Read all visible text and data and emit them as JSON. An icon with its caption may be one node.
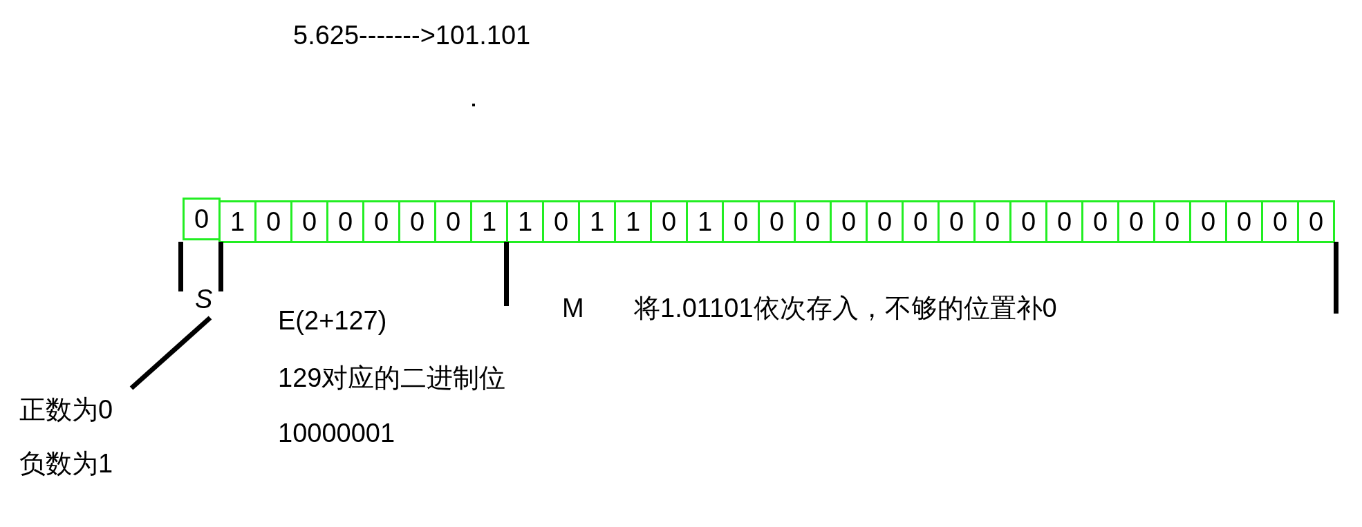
{
  "diagram": {
    "nodes": [
      {
        "text": [
          "0"
        ]
      },
      {
        "text": [
          "1"
        ]
      },
      {
        "text": [
          "0"
        ]
      },
      {
        "text": [
          "0"
        ]
      },
      {
        "text": [
          "0"
        ]
      },
      {
        "text": [
          "0"
        ]
      },
      {
        "text": [
          "0"
        ]
      },
      {
        "text": [
          "0"
        ]
      },
      {
        "text": [
          "1"
        ]
      },
      {
        "text": [
          "1"
        ]
      },
      {
        "text": [
          "0"
        ]
      },
      {
        "text": [
          "1"
        ]
      },
      {
        "text": [
          "1"
        ]
      },
      {
        "text": [
          "0"
        ]
      },
      {
        "text": [
          "1"
        ]
      },
      {
        "text": [
          "0"
        ]
      },
      {
        "text": [
          "0"
        ]
      },
      {
        "text": [
          "0"
        ]
      },
      {
        "text": [
          "0"
        ]
      },
      {
        "text": [
          "0"
        ]
      },
      {
        "text": [
          "0"
        ]
      },
      {
        "text": [
          "0"
        ]
      },
      {
        "text": [
          "0"
        ]
      },
      {
        "text": [
          "0"
        ]
      },
      {
        "text": [
          "0"
        ]
      },
      {
        "text": [
          "0"
        ]
      },
      {
        "text": [
          "0"
        ]
      },
      {
        "text": [
          "0"
        ]
      },
      {
        "text": [
          "0"
        ]
      },
      {
        "text": [
          "0"
        ]
      },
      {
        "text": [
          "0"
        ]
      },
      {
        "text": [
          "0"
        ]
      },
      {
        "text": [
          "S"
        ]
      },
      {
        "text": [
          "正数为0",
          "负数为1"
        ]
      }
    ],
    "edges": [
      {
        "from": 33,
        "to": 32,
        "arrow": "none"
      }
    ],
    "labels": [
      "5.625------->101.101",
      "M",
      "将1.01101依次存入，不够的位置补0",
      "E(2+127)",
      "129对应的二进制位",
      "10000001"
    ]
  }
}
